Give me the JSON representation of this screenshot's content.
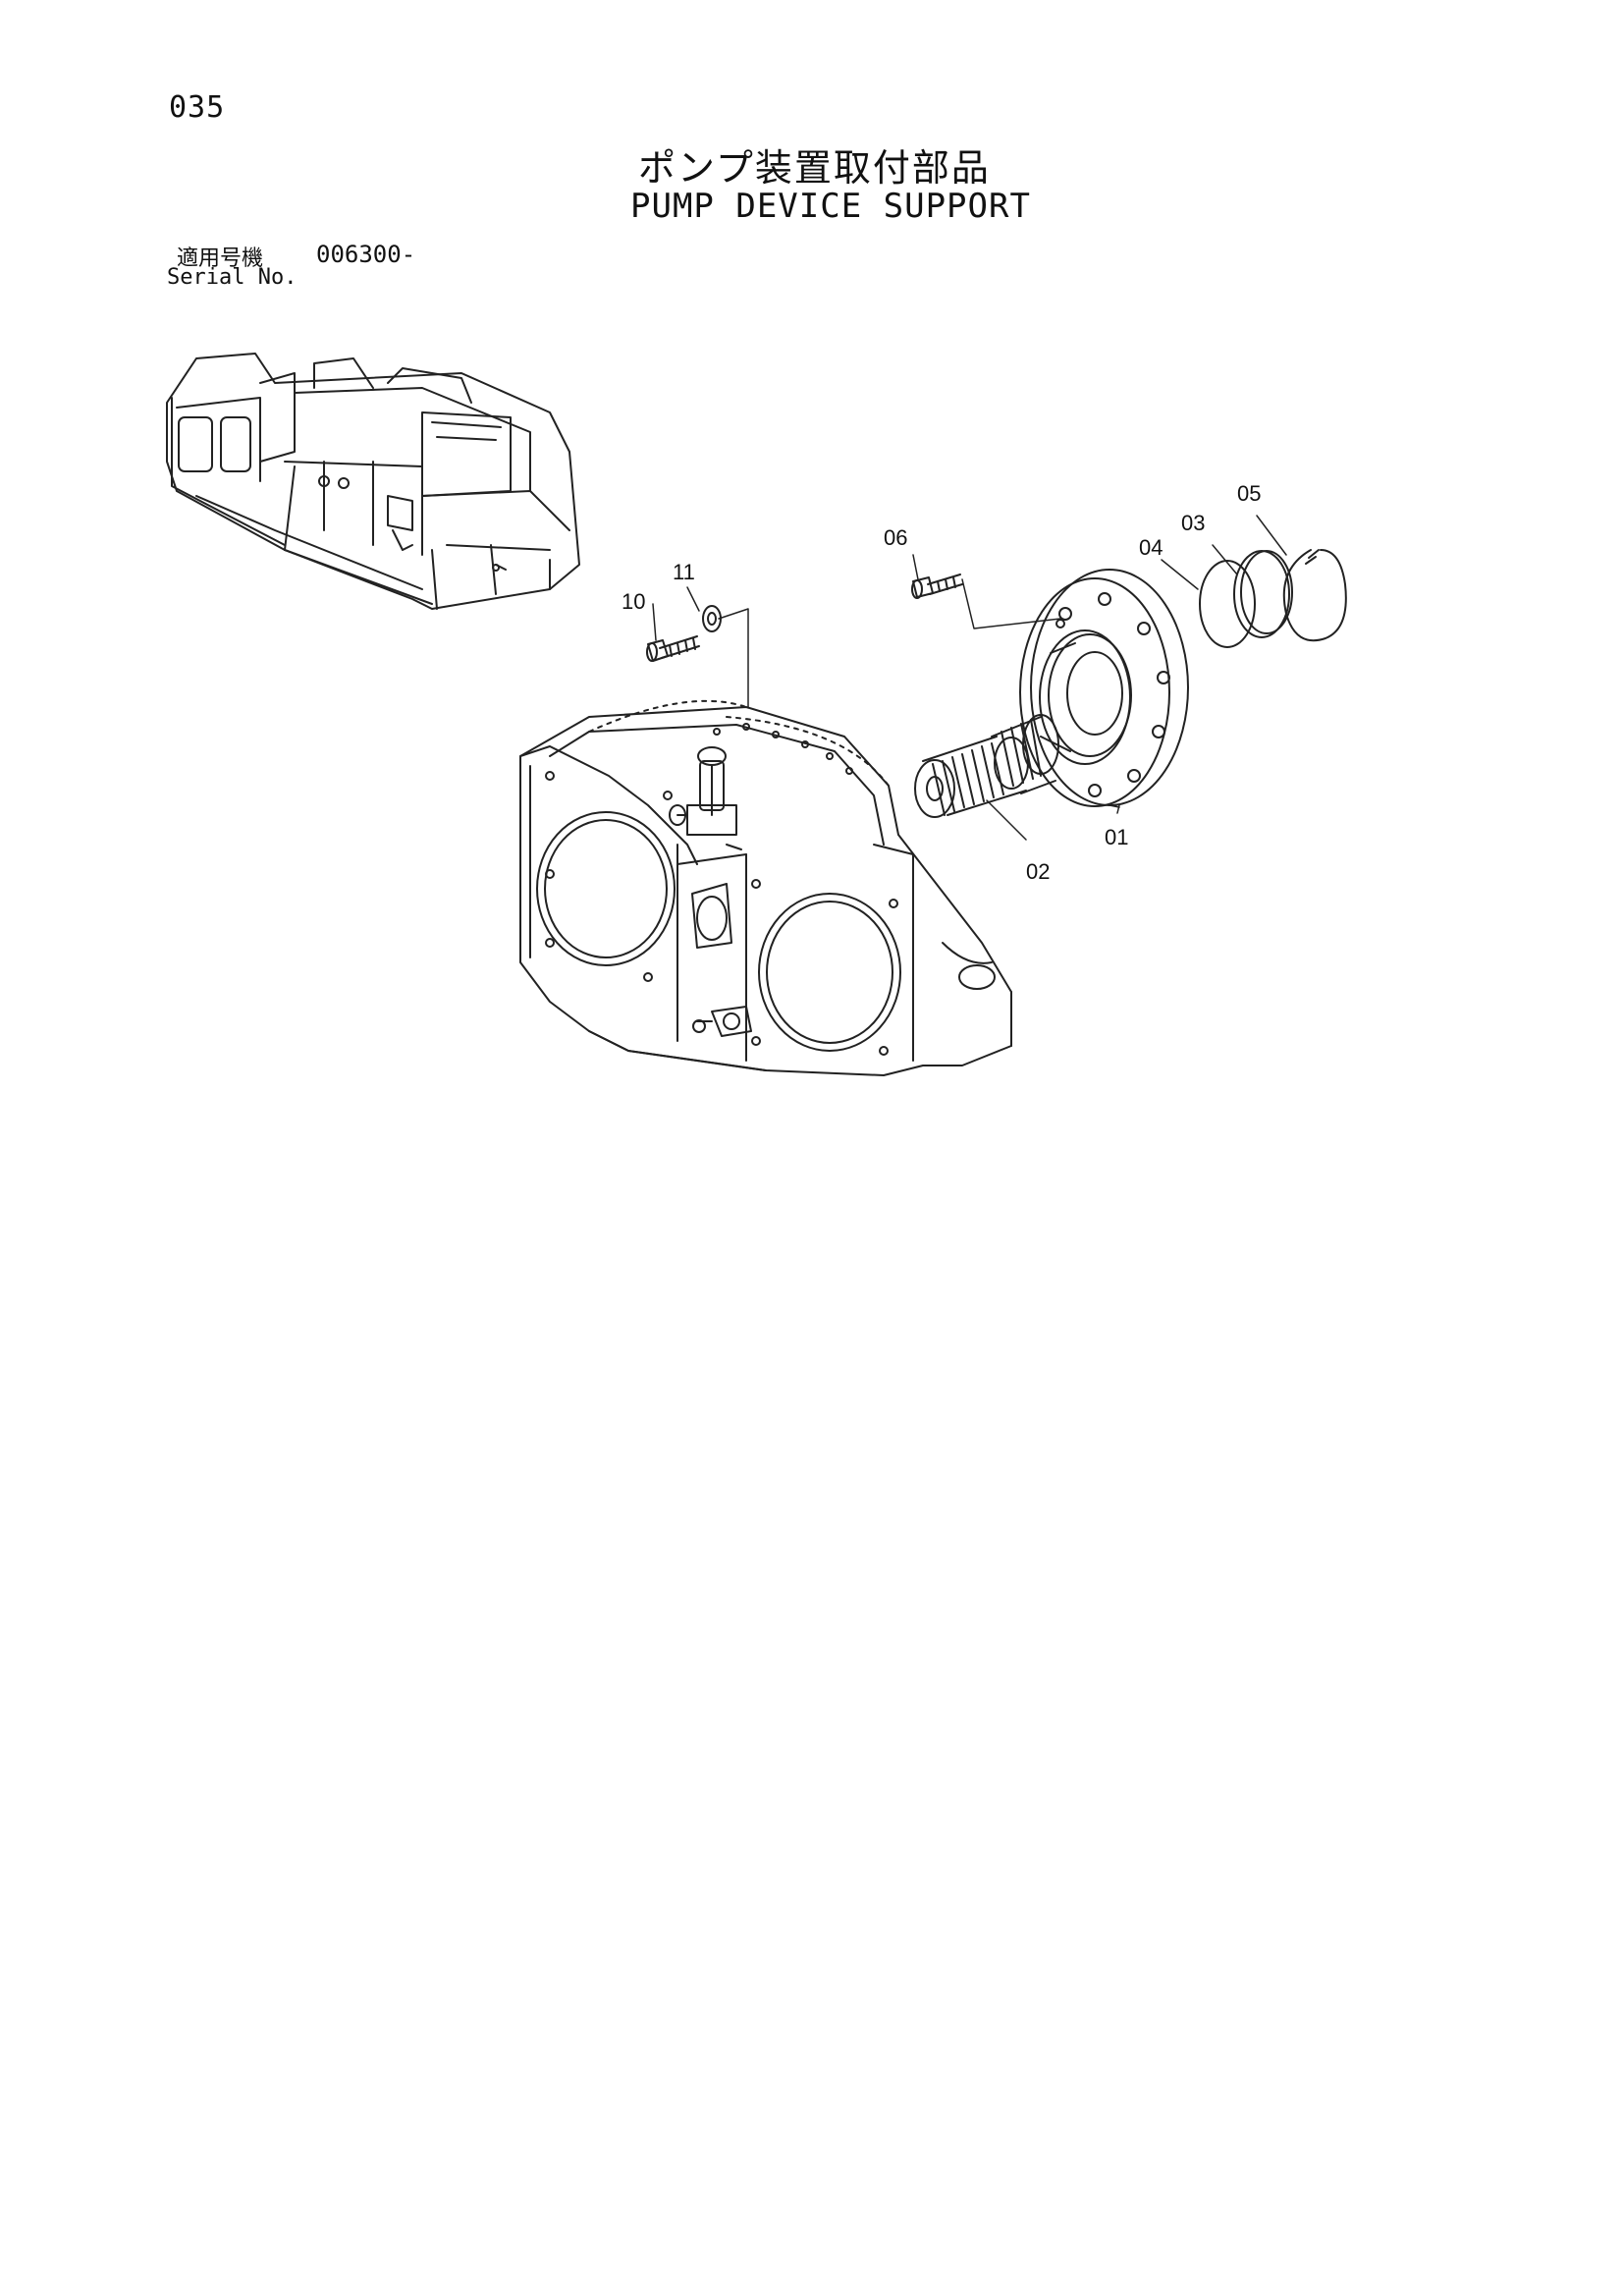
{
  "page_number": "035",
  "title_ja": "ポンプ装置取付部品",
  "title_en": "PUMP DEVICE SUPPORT",
  "serial": {
    "label_ja": "適用号機",
    "label_en": "Serial No.",
    "value": "006300-"
  },
  "callouts": {
    "p01": "01",
    "p02": "02",
    "p03": "03",
    "p04": "04",
    "p05": "05",
    "p06": "06",
    "p10": "10",
    "p11": "11"
  }
}
